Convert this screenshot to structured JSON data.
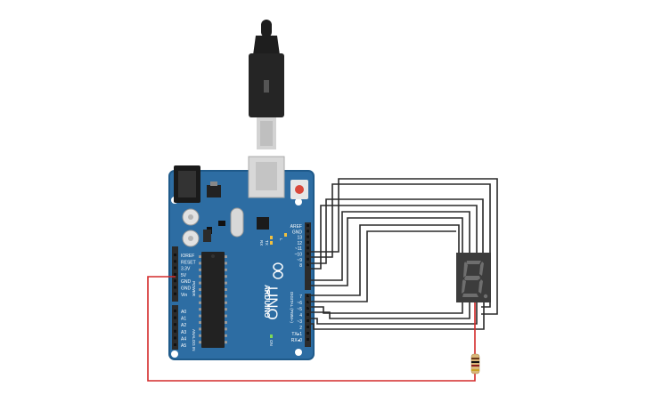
{
  "board": {
    "brand": "ARDUINO",
    "model": "UNO",
    "tx_label": "TX",
    "rx_label": "RX",
    "l_label": "L",
    "on_label": "ON",
    "power_header": "POWER",
    "analog_header": "ANALOG IN",
    "digital_header": "DIGITAL (PWM~)",
    "power_pins": [
      "IOREF",
      "RESET",
      "3.3V",
      "5V",
      "GND",
      "GND",
      "Vin"
    ],
    "analog_pins": [
      "A0",
      "A1",
      "A2",
      "A3",
      "A4",
      "A5"
    ],
    "digital_pins": [
      "AREF",
      "GND",
      "13",
      "12",
      "~11",
      "~10",
      "~9",
      "8",
      "7",
      "~6",
      "~5",
      "4",
      "~3",
      "2",
      "TX▸1",
      "RX◂0"
    ]
  },
  "display": {
    "digit": "8",
    "decimal_point": "."
  },
  "colors": {
    "board": "#2d6da3",
    "board_edge": "#1f5a8a",
    "header": "#2b2b2b",
    "chip": "#222222",
    "wire_signal": "#2a2a2a",
    "wire_power": "#d42a2a",
    "display_body": "#3c3c3c",
    "segment": "#6e6e6e",
    "usb_cable": "#1e1e1e",
    "usb_metal": "#cfcfcf",
    "reset_button": "#d9483b"
  }
}
